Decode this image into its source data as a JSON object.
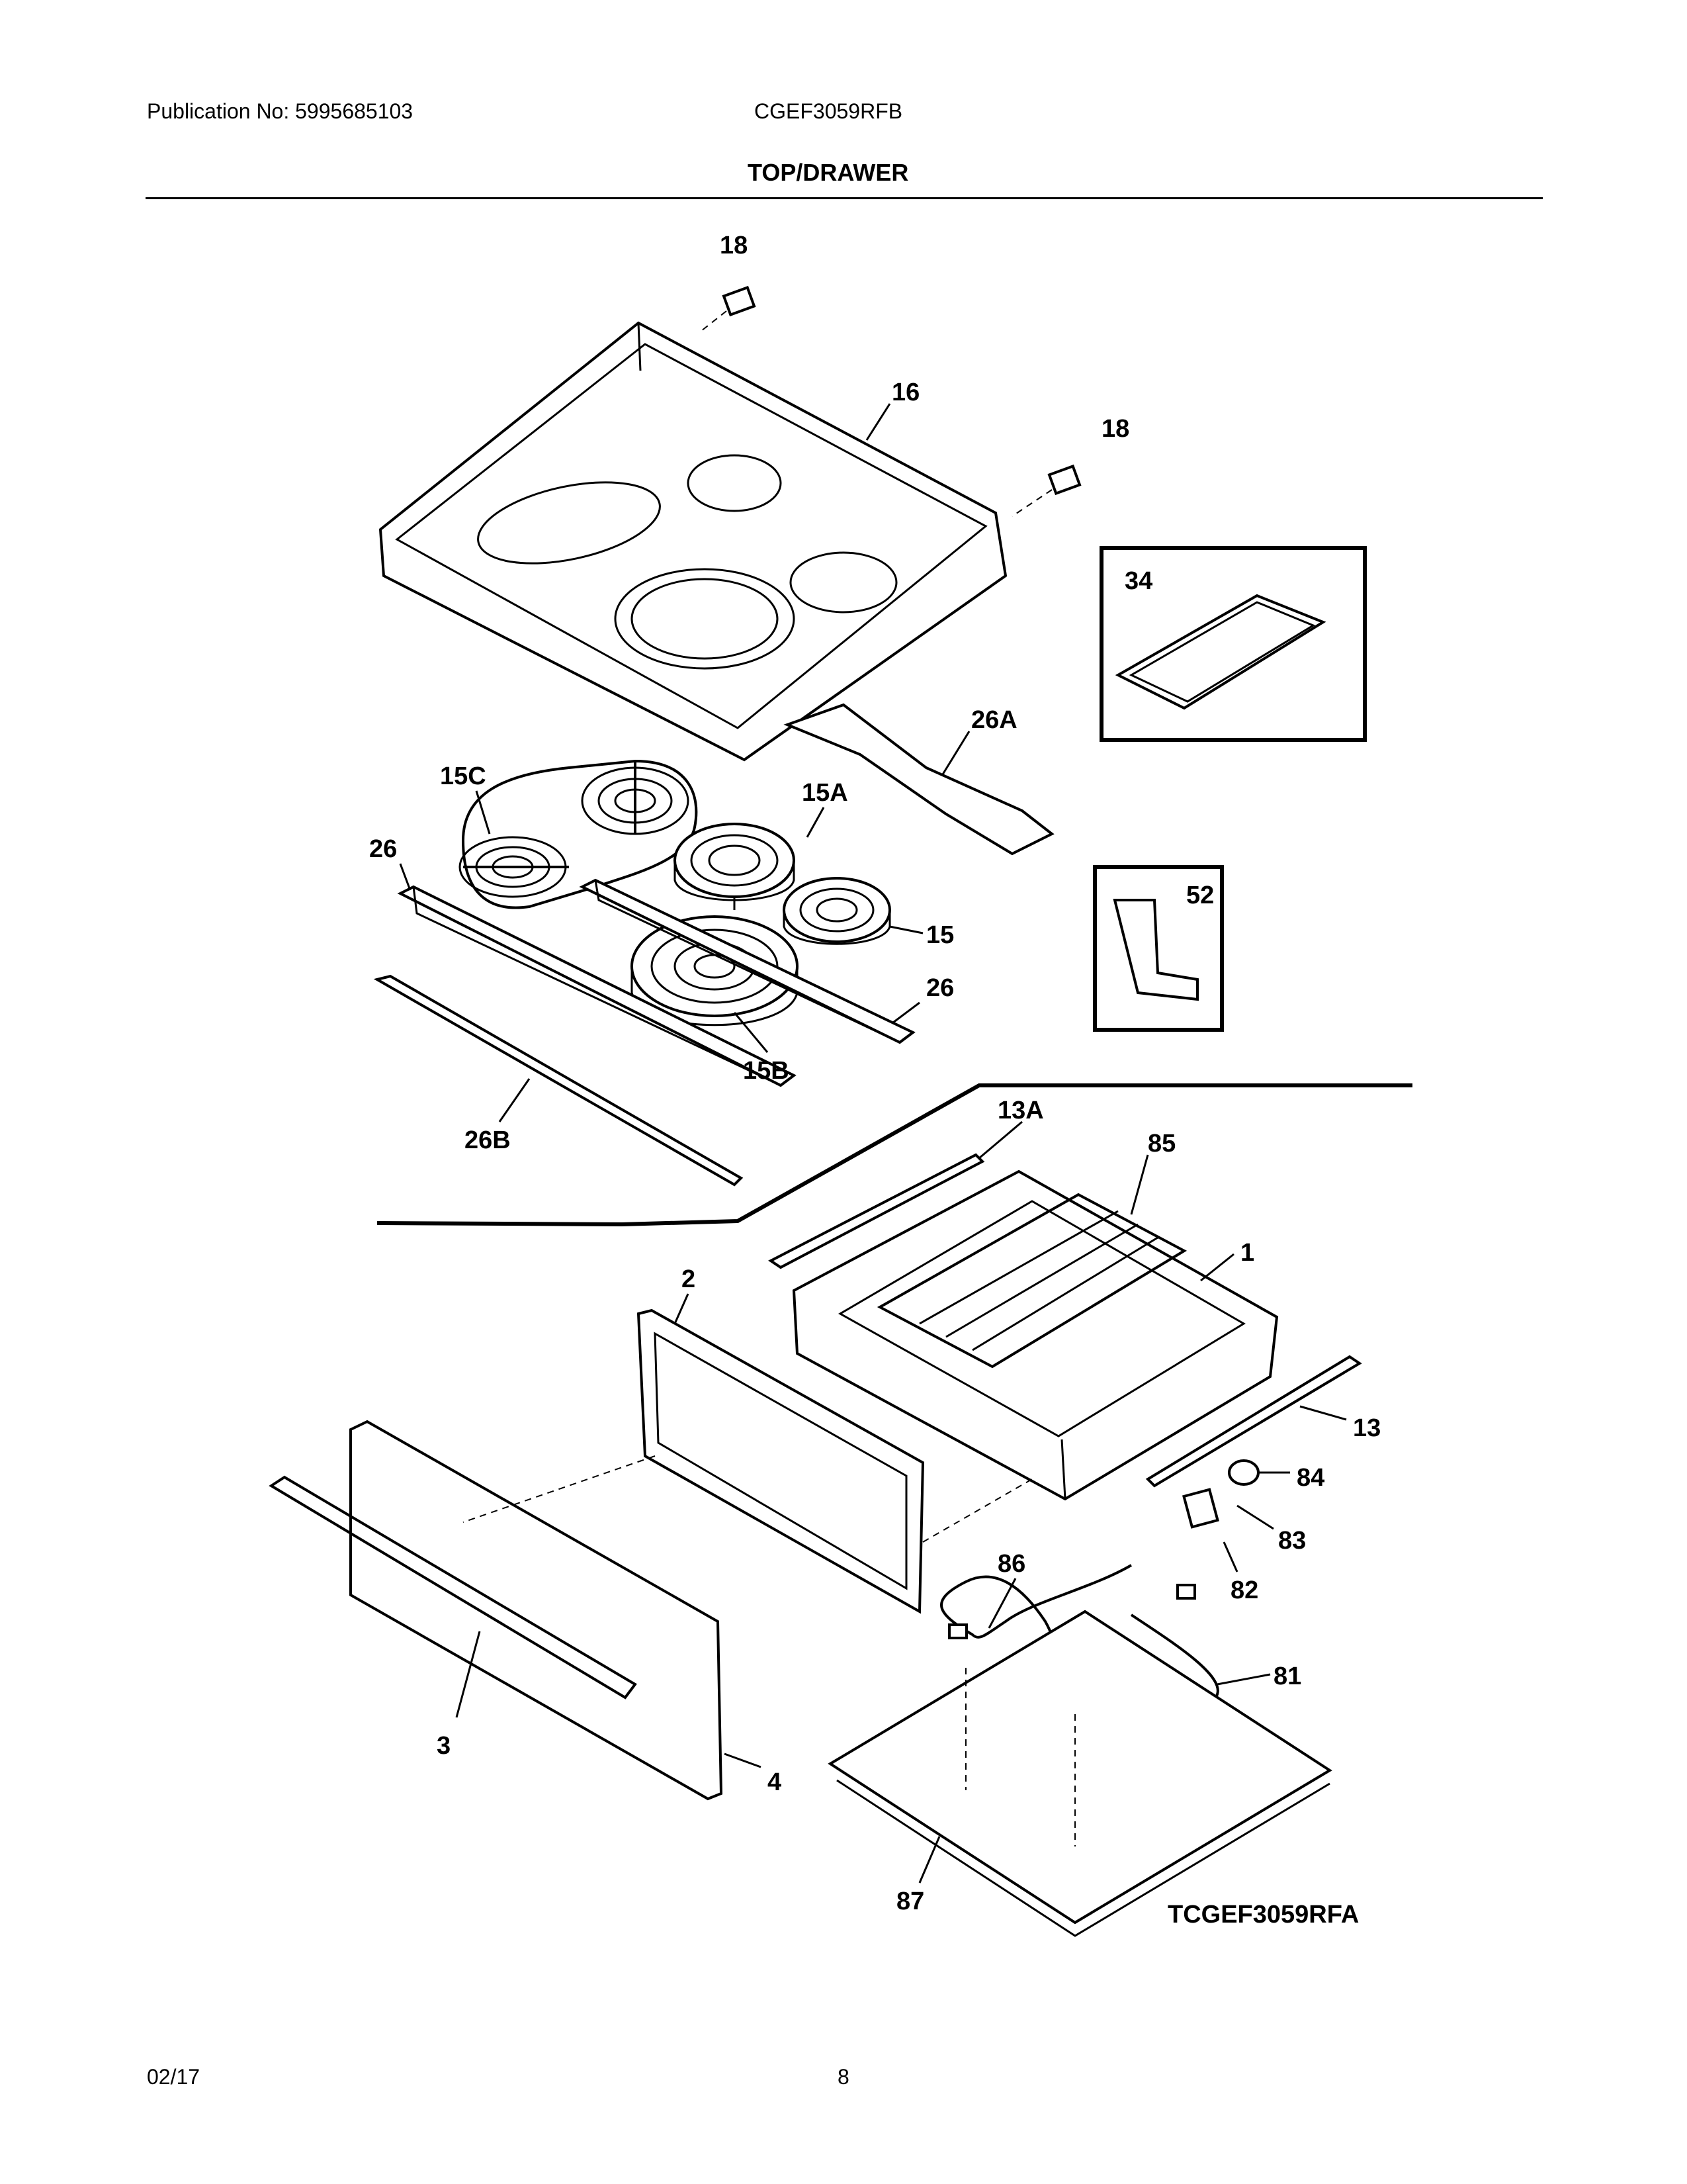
{
  "header": {
    "publication": "Publication No: 5995685103",
    "model": "CGEF3059RFB",
    "section": "TOP/DRAWER"
  },
  "footer": {
    "date": "02/17",
    "page": "8"
  },
  "labels": {
    "p16": "16",
    "p26A": "26A",
    "p15C": "15C",
    "p15A": "15A",
    "p26_left": "26",
    "p15": "15",
    "p26_right": "26",
    "p15B": "15B",
    "p26B": "26B",
    "p34": "34",
    "p52": "52",
    "p13A": "13A",
    "p85": "85",
    "p1": "1",
    "p2": "2",
    "p13": "13",
    "p84": "84",
    "p83": "83",
    "p82": "82",
    "p86": "86",
    "p81": "81",
    "p87": "87",
    "p4": "4",
    "p3": "3",
    "p18_top": "18",
    "p18_right": "18",
    "diagram_id": "TCGEF3059RFA"
  }
}
